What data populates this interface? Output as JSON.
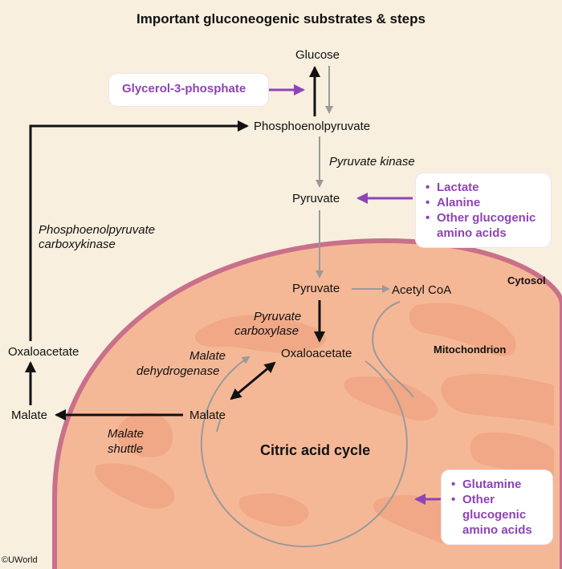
{
  "title": "Important gluconeogenic substrates & steps",
  "nodes": {
    "glucose": "Glucose",
    "pep": "Phosphoenolpyruvate",
    "pyruvate_cyto": "Pyruvate",
    "pyruvate_mito": "Pyruvate",
    "acetyl_coa": "Acetyl CoA",
    "oxaloacetate_mito": "Oxaloacetate",
    "oxaloacetate_cyto": "Oxaloacetate",
    "malate_mito": "Malate",
    "malate_cyto": "Malate"
  },
  "enzymes": {
    "pyruvate_kinase": "Pyruvate kinase",
    "pepck_line1": "Phosphoenolpyruvate",
    "pepck_line2": "carboxykinase",
    "pc_line1": "Pyruvate",
    "pc_line2": "carboxylase",
    "mdh_line1": "Malate",
    "mdh_line2": "dehydrogenase",
    "shuttle_line1": "Malate",
    "shuttle_line2": "shuttle"
  },
  "compartments": {
    "cytosol": "Cytosol",
    "mitochondrion": "Mitochondrion",
    "cycle": "Citric acid cycle"
  },
  "substrates": {
    "glycerol": "Glycerol-3-phosphate",
    "box1": [
      "Lactate",
      "Alanine",
      "Other glucogenic amino acids"
    ],
    "box2": [
      "Glutamine",
      "Other glucogenic amino acids"
    ]
  },
  "copyright": "©UWorld",
  "colors": {
    "background": "#f8efdf",
    "mito_fill": "#f5b897",
    "mito_border": "#c9708a",
    "crista": "#f0a886",
    "substrate_text": "#8e44b5",
    "arrow_gray": "#9a9a9a",
    "arrow_black": "#111111"
  }
}
